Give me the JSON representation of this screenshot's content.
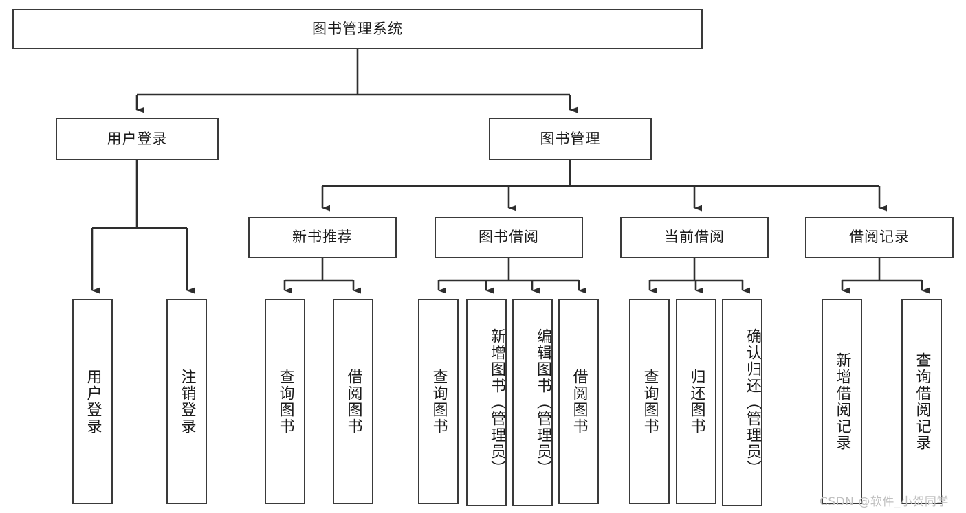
{
  "diagram": {
    "title": "图书管理系统",
    "type": "hierarchy-tree",
    "watermark": "CSDN @软件_小贺同学",
    "colors": {
      "background": "#ffffff",
      "box_border": "#3a3a3a",
      "box_fill": "#ffffff",
      "text": "#1a1a1a",
      "connector": "#2e2e2e",
      "watermark": "#bfbfbf"
    },
    "levels": {
      "root": {
        "label": "图书管理系统"
      },
      "level2": [
        {
          "id": "user-login",
          "label": "用户登录"
        },
        {
          "id": "book-manage",
          "label": "图书管理"
        }
      ],
      "level3": [
        {
          "id": "new-book-recommend",
          "label": "新书推荐",
          "parent": "book-manage"
        },
        {
          "id": "book-borrow",
          "label": "图书借阅",
          "parent": "book-manage"
        },
        {
          "id": "current-borrow",
          "label": "当前借阅",
          "parent": "book-manage"
        },
        {
          "id": "borrow-record",
          "label": "借阅记录",
          "parent": "book-manage"
        }
      ],
      "leaves": [
        {
          "id": "leaf-user-login",
          "label": "用户登录",
          "parent": "user-login"
        },
        {
          "id": "leaf-logout-login",
          "label": "注销登录",
          "parent": "user-login"
        },
        {
          "id": "leaf-query-book-1",
          "label": "查询图书",
          "parent": "new-book-recommend"
        },
        {
          "id": "leaf-borrow-book-1",
          "label": "借阅图书",
          "parent": "new-book-recommend"
        },
        {
          "id": "leaf-query-book-2",
          "label": "查询图书",
          "parent": "book-borrow"
        },
        {
          "id": "leaf-add-book",
          "label": "新增图书（管理员）",
          "parent": "book-borrow"
        },
        {
          "id": "leaf-edit-book",
          "label": "编辑图书（管理员）",
          "parent": "book-borrow"
        },
        {
          "id": "leaf-borrow-book-2",
          "label": "借阅图书",
          "parent": "book-borrow"
        },
        {
          "id": "leaf-query-book-3",
          "label": "查询图书",
          "parent": "current-borrow"
        },
        {
          "id": "leaf-return-book",
          "label": "归还图书",
          "parent": "current-borrow"
        },
        {
          "id": "leaf-confirm-return",
          "label": "确认归还（管理员）",
          "parent": "current-borrow"
        },
        {
          "id": "leaf-add-record",
          "label": "新增借阅记录",
          "parent": "borrow-record"
        },
        {
          "id": "leaf-query-record",
          "label": "查询借阅记录",
          "parent": "borrow-record"
        }
      ]
    }
  }
}
